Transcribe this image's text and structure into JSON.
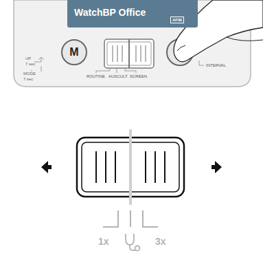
{
  "diagram": {
    "nodes": [
      {
        "text": [
          "WatchBP Office"
        ]
      },
      {
        "text": [
          "M"
        ]
      }
    ],
    "labels": [
      "AFIB",
      "UP",
      "7 sec",
      "MODE",
      "7 sec",
      "ROUTINE",
      "AUSCULT.",
      "SCREEN",
      "INTERVAL",
      "1x",
      "3x"
    ]
  }
}
